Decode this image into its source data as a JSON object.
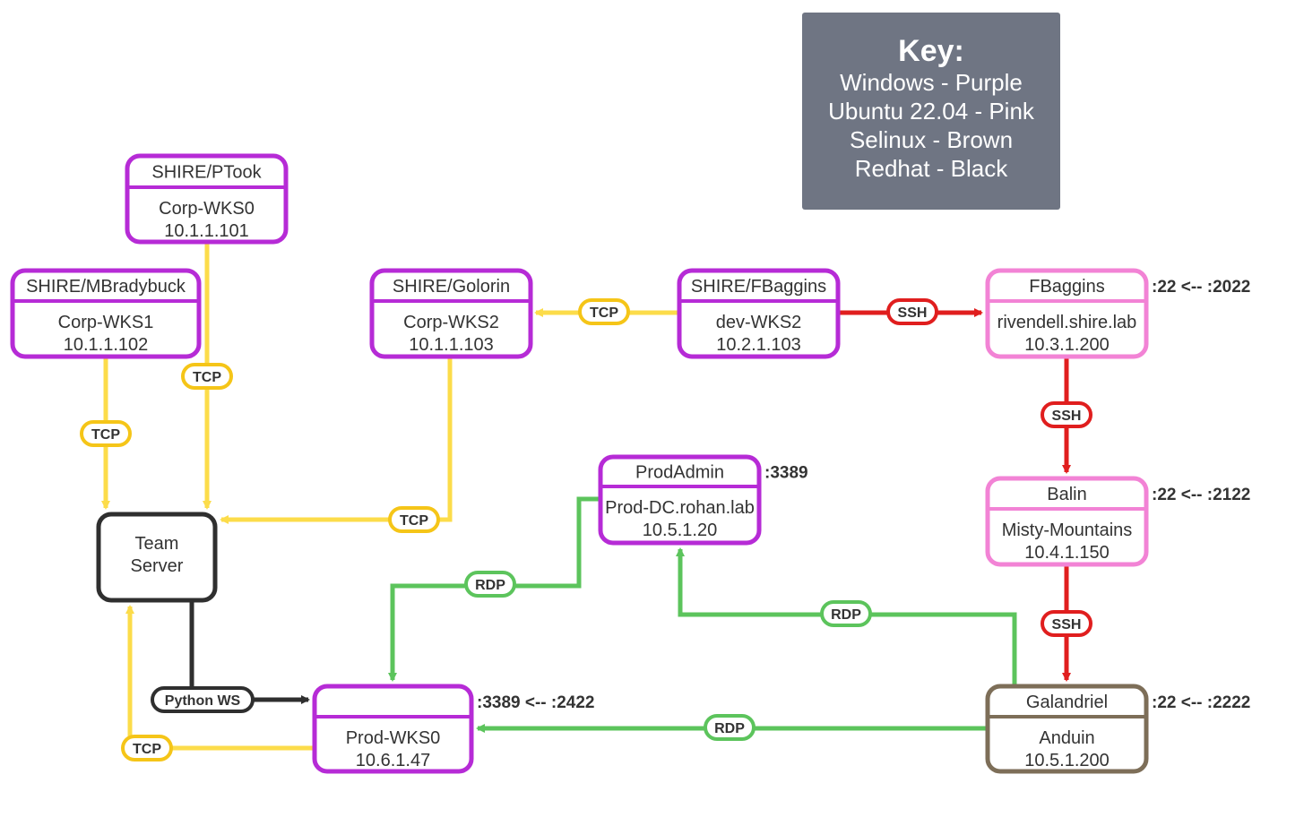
{
  "key": {
    "title": "Key:",
    "lines": [
      "Windows - Purple",
      "Ubuntu 22.04 - Pink",
      "Selinux - Brown",
      "Redhat - Black"
    ]
  },
  "colors": {
    "windows": "#b62bd6",
    "ubuntu": "#f283d5",
    "selinux": "#7d6e58",
    "redhat": "#2f2f2f",
    "tcp": "#fcdc4a",
    "tcp_label_border": "#f5c518",
    "ssh": "#e01e1e",
    "rdp": "#5cc45c",
    "python_ws": "#2f2f2f"
  },
  "nodes": [
    {
      "id": "ptook",
      "os": "windows",
      "header": "SHIRE/PTook",
      "lines": [
        "Corp-WKS0",
        "10.1.1.101"
      ],
      "port": ""
    },
    {
      "id": "mbradybuck",
      "os": "windows",
      "header": "SHIRE/MBradybuck",
      "lines": [
        "Corp-WKS1",
        "10.1.1.102"
      ],
      "port": ""
    },
    {
      "id": "golorin",
      "os": "windows",
      "header": "SHIRE/Golorin",
      "lines": [
        "Corp-WKS2",
        "10.1.1.103"
      ],
      "port": ""
    },
    {
      "id": "fbaggins-dev",
      "os": "windows",
      "header": "SHIRE/FBaggins",
      "lines": [
        "dev-WKS2",
        "10.2.1.103"
      ],
      "port": ""
    },
    {
      "id": "fbaggins-riv",
      "os": "ubuntu",
      "header": "FBaggins",
      "lines": [
        "rivendell.shire.lab",
        "10.3.1.200"
      ],
      "port": ":22 <-- :2022"
    },
    {
      "id": "balin",
      "os": "ubuntu",
      "header": "Balin",
      "lines": [
        "Misty-Mountains",
        "10.4.1.150"
      ],
      "port": ":22 <-- :2122"
    },
    {
      "id": "prodadmin",
      "os": "windows",
      "header": "ProdAdmin",
      "lines": [
        "Prod-DC.rohan.lab",
        "10.5.1.20"
      ],
      "port": ":3389"
    },
    {
      "id": "prodwks",
      "os": "windows",
      "header": "",
      "lines": [
        "Prod-WKS0",
        "10.6.1.47"
      ],
      "port": ":3389 <-- :2422"
    },
    {
      "id": "galandriel",
      "os": "selinux",
      "header": "Galandriel",
      "lines": [
        "Anduin",
        "10.5.1.200"
      ],
      "port": ":22 <-- :2222"
    },
    {
      "id": "teamserver",
      "os": "redhat",
      "header": "",
      "lines": [
        "Team",
        "Server"
      ],
      "port": ""
    }
  ],
  "edges": [
    {
      "from": "ptook",
      "to": "teamserver",
      "protocol": "TCP"
    },
    {
      "from": "mbradybuck",
      "to": "teamserver",
      "protocol": "TCP"
    },
    {
      "from": "golorin",
      "to": "teamserver",
      "protocol": "TCP"
    },
    {
      "from": "fbaggins-dev",
      "to": "golorin",
      "protocol": "TCP"
    },
    {
      "from": "fbaggins-dev",
      "to": "fbaggins-riv",
      "protocol": "SSH"
    },
    {
      "from": "fbaggins-riv",
      "to": "balin",
      "protocol": "SSH"
    },
    {
      "from": "balin",
      "to": "galandriel",
      "protocol": "SSH"
    },
    {
      "from": "galandriel",
      "to": "prodadmin",
      "protocol": "RDP"
    },
    {
      "from": "galandriel",
      "to": "prodwks",
      "protocol": "RDP"
    },
    {
      "from": "prodadmin",
      "to": "prodwks",
      "protocol": "RDP"
    },
    {
      "from": "teamserver",
      "to": "prodwks",
      "protocol": "Python WS"
    },
    {
      "from": "prodwks",
      "to": "teamserver",
      "protocol": "TCP"
    }
  ]
}
